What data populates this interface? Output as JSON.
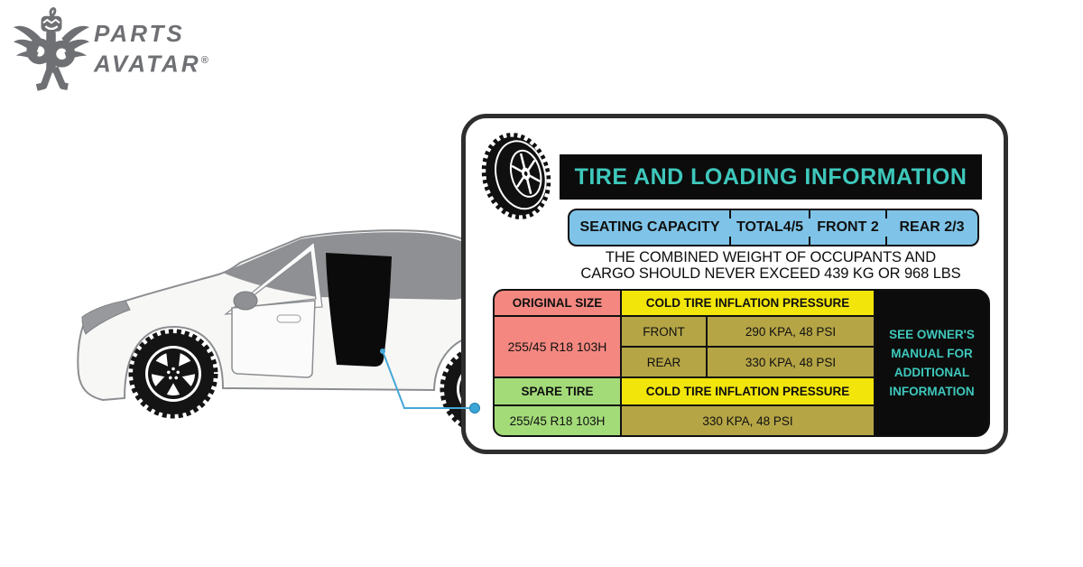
{
  "logo": {
    "brand_top": "PARTS",
    "brand_bottom": "AVATAR",
    "trademark": "®"
  },
  "placard": {
    "title": "TIRE AND LOADING INFORMATION",
    "seating_cells": [
      "SEATING CAPACITY",
      "TOTAL4/5",
      "FRONT 2",
      "REAR 2/3"
    ],
    "weight_notice": [
      "THE COMBINED WEIGHT OF OCCUPANTS AND",
      "CARGO SHOULD NEVER EXCEED 439 KG OR 968 LBS"
    ],
    "table": {
      "original_size_header": "ORIGINAL SIZE",
      "original_size_value": "255/45 R18 103H",
      "cold_pressure_header": "COLD TIRE INFLATION PRESSURE",
      "front_label": "FRONT",
      "front_pressure": "290 KPA, 48 PSI",
      "rear_label": "REAR",
      "rear_pressure": "330 KPA, 48 PSI",
      "spare_header": "SPARE TIRE",
      "spare_size_value": "255/45 R18 103H",
      "spare_cold_header": "COLD TIRE INFLATION PRESSURE",
      "spare_pressure": "330 KPA, 48 PSI",
      "owners_note_lines": [
        "SEE OWNER'S",
        "MANUAL FOR",
        "ADDITIONAL",
        "INFORMATION"
      ]
    }
  },
  "colors": {
    "teal": "#3EC8BC",
    "blue": "#7FC4E8",
    "salmon": "#F48880",
    "yellow": "#F2E50A",
    "olive": "#B5A545",
    "green": "#A3DB79",
    "callout_blue": "#45A7D8",
    "logo_gray": "#6F7074",
    "black": "#0C0C0C"
  }
}
